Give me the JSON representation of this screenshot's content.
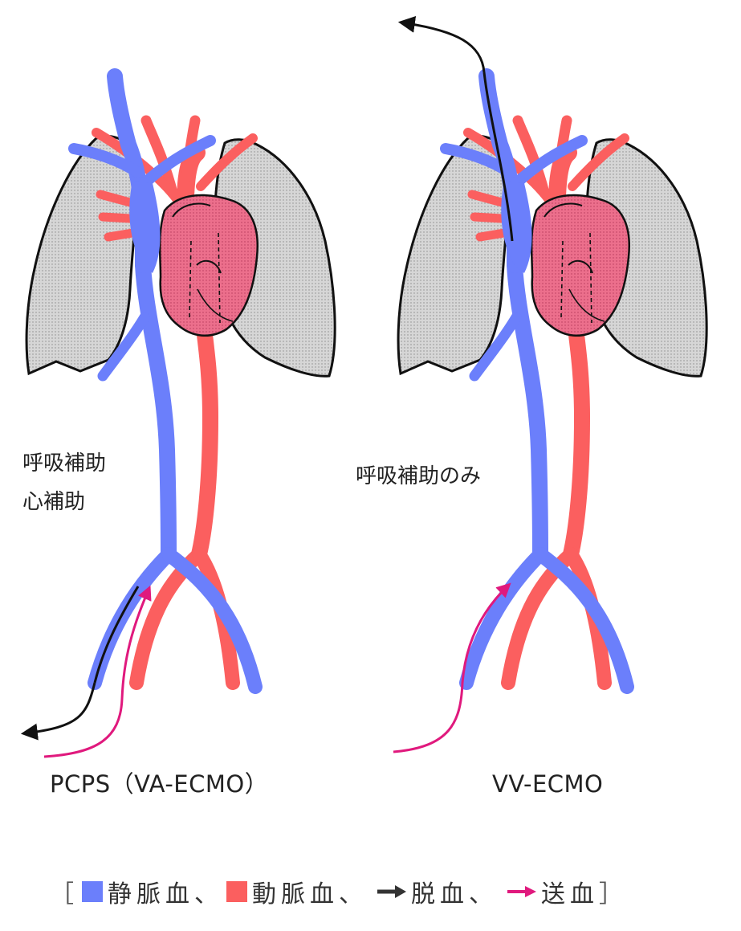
{
  "panels": {
    "left": {
      "title": "PCPS（VA-ECMO）",
      "support_lines": [
        "呼吸補助",
        "心補助"
      ]
    },
    "right": {
      "title": "VV-ECMO",
      "support_lines": [
        "呼吸補助のみ"
      ]
    }
  },
  "legend": {
    "open": "［",
    "close": "］",
    "separator": "、",
    "items": [
      {
        "key": "venous",
        "label": "静脈血",
        "color": "#6b7ffb"
      },
      {
        "key": "arterial",
        "label": "動脈血",
        "color": "#fb5f5f"
      },
      {
        "key": "drainage",
        "label": "脱血",
        "color": "#333333"
      },
      {
        "key": "return",
        "label": "送血",
        "color": "#e0197d"
      }
    ]
  },
  "colors": {
    "venous": "#6b7ffb",
    "arterial": "#fb5f5f",
    "heart": "#e8607e",
    "lung": "#cfcfcf",
    "drainage": "#111111",
    "return": "#e0197d"
  }
}
